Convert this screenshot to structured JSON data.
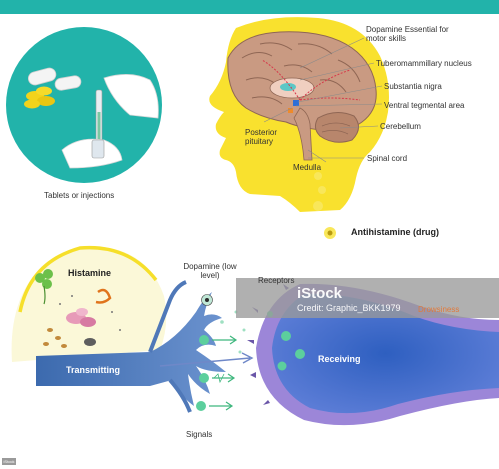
{
  "top_panel": {
    "tablets_caption": "Tablets or injections"
  },
  "brain": {
    "labels": {
      "dopamine": "Dopamine Essential for motor skills",
      "tuberomammillary": "Tuberomammillary nucleus",
      "substantia_nigra": "Substantia nigra",
      "ventral_tegmental": "Ventral tegmental area",
      "cerebellum": "Cerebellum",
      "posterior_pituitary": "Posterior pituitary",
      "medulla": "Medulla",
      "spinal_cord": "Spinal cord"
    },
    "antihistamine": "Antihistamine (drug)"
  },
  "bottom_panel": {
    "histamine": "Histamine",
    "transmitting": "Transmitting",
    "dopamine_low": "Dopamine (low level)",
    "receptors": "Receptors",
    "receiving": "Receiving",
    "signals": "Signals",
    "drowsiness": "Drowsiness"
  },
  "watermark": {
    "brand": "iStock",
    "credit": "Credit: Graphic_BKK1979",
    "id_badge": "iStock"
  },
  "colors": {
    "teal_band": "#22b3aa",
    "yellow": "#f6df2a",
    "neuron_blue": "#4f78b8",
    "receiving_blue": "#3e6fc8",
    "purple_rim": "#8a6fc8",
    "green_dot": "#45c79a"
  }
}
